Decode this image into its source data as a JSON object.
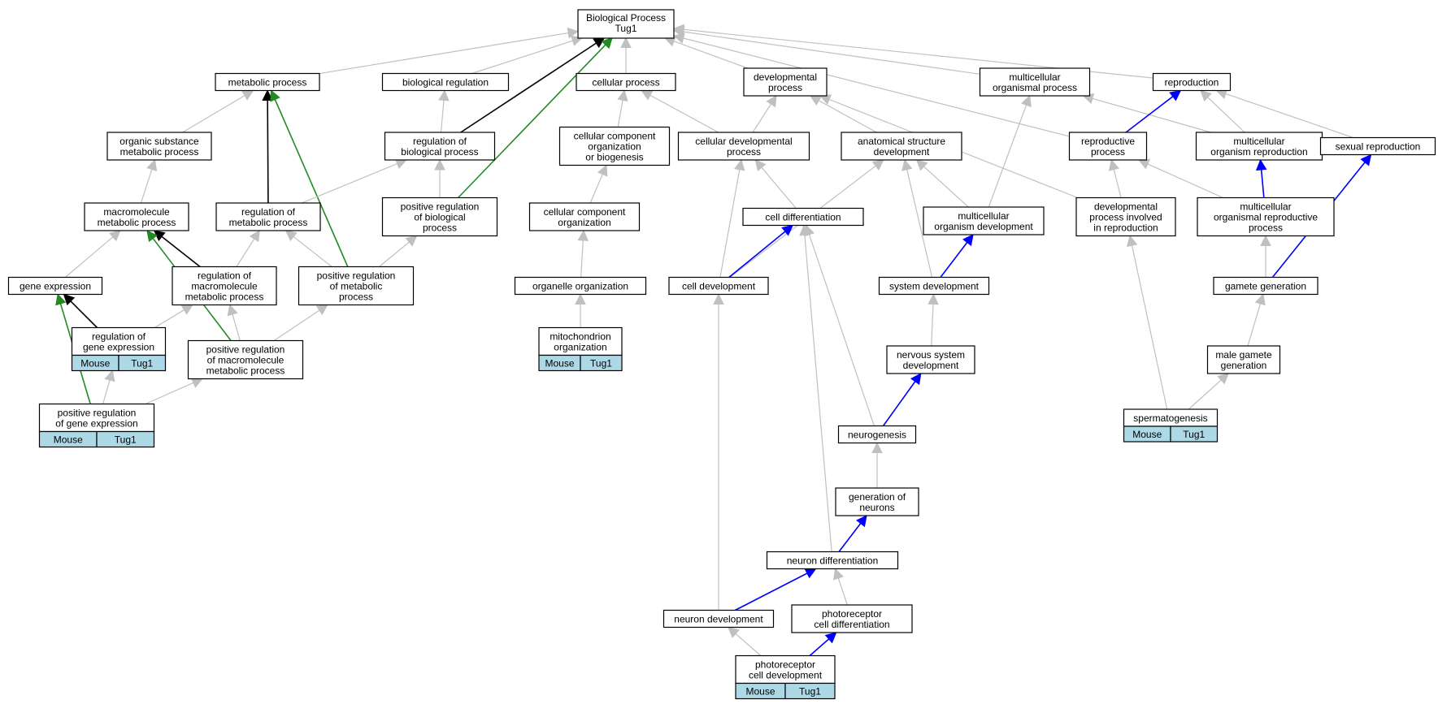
{
  "root": {
    "line1": "Biological Process",
    "line2": "Tug1"
  },
  "table": {
    "col1": "Mouse",
    "col2": "Tug1"
  },
  "colors": {
    "gray": "#c0c0c0",
    "black": "#000000",
    "green": "#228b22",
    "blue": "#0000ff",
    "table_fill": "#add8e6"
  },
  "nodes": [
    {
      "id": "metabolic",
      "lines": [
        "metabolic process"
      ]
    },
    {
      "id": "bioreg",
      "lines": [
        "biological regulation"
      ]
    },
    {
      "id": "cellproc",
      "lines": [
        "cellular process"
      ]
    },
    {
      "id": "devproc",
      "lines": [
        "developmental",
        "process"
      ]
    },
    {
      "id": "multiproc",
      "lines": [
        "multicellular",
        "organismal process"
      ]
    },
    {
      "id": "repro",
      "lines": [
        "reproduction"
      ]
    },
    {
      "id": "orgsub",
      "lines": [
        "organic substance",
        "metabolic process"
      ]
    },
    {
      "id": "regbio",
      "lines": [
        "regulation of",
        "biological process"
      ]
    },
    {
      "id": "ccob",
      "lines": [
        "cellular component",
        "organization",
        "or biogenesis"
      ]
    },
    {
      "id": "celldevproc",
      "lines": [
        "cellular developmental",
        "process"
      ]
    },
    {
      "id": "anatdev",
      "lines": [
        "anatomical structure",
        "development"
      ]
    },
    {
      "id": "reprodproc",
      "lines": [
        "reproductive",
        "process"
      ]
    },
    {
      "id": "multirepro",
      "lines": [
        "multicellular",
        "organism reproduction"
      ]
    },
    {
      "id": "sexrepro",
      "lines": [
        "sexual reproduction"
      ]
    },
    {
      "id": "macromet",
      "lines": [
        "macromolecule",
        "metabolic process"
      ]
    },
    {
      "id": "regmet",
      "lines": [
        "regulation of",
        "metabolic process"
      ]
    },
    {
      "id": "posregbio",
      "lines": [
        "positive regulation",
        "of biological",
        "process"
      ]
    },
    {
      "id": "ccorg",
      "lines": [
        "cellular component",
        "organization"
      ]
    },
    {
      "id": "celldiff",
      "lines": [
        "cell differentiation"
      ]
    },
    {
      "id": "multidev",
      "lines": [
        "multicellular",
        "organism development"
      ]
    },
    {
      "id": "devrepro",
      "lines": [
        "developmental",
        "process involved",
        "in reproduction"
      ]
    },
    {
      "id": "multireproproc",
      "lines": [
        "multicellular",
        "organismal reproductive",
        "process"
      ]
    },
    {
      "id": "geneexpr",
      "lines": [
        "gene expression"
      ]
    },
    {
      "id": "regmacro",
      "lines": [
        "regulation of",
        "macromolecule",
        "metabolic process"
      ]
    },
    {
      "id": "posregmet",
      "lines": [
        "positive regulation",
        "of metabolic",
        "process"
      ]
    },
    {
      "id": "orgorg",
      "lines": [
        "organelle organization"
      ]
    },
    {
      "id": "celldev",
      "lines": [
        "cell development"
      ]
    },
    {
      "id": "sysdev",
      "lines": [
        "system development"
      ]
    },
    {
      "id": "gamete",
      "lines": [
        "gamete generation"
      ]
    },
    {
      "id": "reggene",
      "lines": [
        "regulation of",
        "gene expression"
      ],
      "table": true
    },
    {
      "id": "posregmacro",
      "lines": [
        "positive regulation",
        "of macromolecule",
        "metabolic process"
      ]
    },
    {
      "id": "mito",
      "lines": [
        "mitochondrion",
        "organization"
      ],
      "table": true
    },
    {
      "id": "nervdev",
      "lines": [
        "nervous system",
        "development"
      ]
    },
    {
      "id": "malegam",
      "lines": [
        "male gamete",
        "generation"
      ]
    },
    {
      "id": "posreggene",
      "lines": [
        "positive regulation",
        "of gene expression"
      ],
      "table": true
    },
    {
      "id": "neurogen",
      "lines": [
        "neurogenesis"
      ]
    },
    {
      "id": "spermato",
      "lines": [
        "spermatogenesis"
      ],
      "table": true
    },
    {
      "id": "genneur",
      "lines": [
        "generation of",
        "neurons"
      ]
    },
    {
      "id": "neurdiff",
      "lines": [
        "neuron differentiation"
      ]
    },
    {
      "id": "neurdev",
      "lines": [
        "neuron development"
      ]
    },
    {
      "id": "photodiff",
      "lines": [
        "photoreceptor",
        "cell differentiation"
      ]
    },
    {
      "id": "photodev",
      "lines": [
        "photoreceptor",
        "cell development"
      ],
      "table": true
    }
  ],
  "edges": [
    {
      "from": "metabolic",
      "to": "root",
      "color": "gray"
    },
    {
      "from": "bioreg",
      "to": "root",
      "color": "gray"
    },
    {
      "from": "cellproc",
      "to": "root",
      "color": "gray"
    },
    {
      "from": "devproc",
      "to": "root",
      "color": "gray"
    },
    {
      "from": "multiproc",
      "to": "root",
      "color": "gray"
    },
    {
      "from": "repro",
      "to": "root",
      "color": "gray"
    },
    {
      "from": "reprodproc",
      "to": "root",
      "color": "gray"
    },
    {
      "from": "regbio",
      "to": "root",
      "color": "black"
    },
    {
      "from": "posregbio",
      "to": "root",
      "color": "green"
    },
    {
      "from": "orgsub",
      "to": "metabolic",
      "color": "gray"
    },
    {
      "from": "regmet",
      "to": "metabolic",
      "color": "black"
    },
    {
      "from": "posregmet",
      "to": "metabolic",
      "color": "green"
    },
    {
      "from": "regbio",
      "to": "bioreg",
      "color": "gray"
    },
    {
      "from": "ccob",
      "to": "cellproc",
      "color": "gray"
    },
    {
      "from": "celldevproc",
      "to": "cellproc",
      "color": "gray"
    },
    {
      "from": "celldevproc",
      "to": "devproc",
      "color": "gray"
    },
    {
      "from": "anatdev",
      "to": "devproc",
      "color": "gray"
    },
    {
      "from": "devrepro",
      "to": "devproc",
      "color": "gray"
    },
    {
      "from": "multidev",
      "to": "multiproc",
      "color": "gray"
    },
    {
      "from": "multirepro",
      "to": "multiproc",
      "color": "gray"
    },
    {
      "from": "reprodproc",
      "to": "repro",
      "color": "blue"
    },
    {
      "from": "multirepro",
      "to": "repro",
      "color": "gray"
    },
    {
      "from": "sexrepro",
      "to": "repro",
      "color": "gray"
    },
    {
      "from": "macromet",
      "to": "orgsub",
      "color": "gray"
    },
    {
      "from": "regmet",
      "to": "regbio",
      "color": "gray"
    },
    {
      "from": "posregbio",
      "to": "regbio",
      "color": "gray"
    },
    {
      "from": "ccorg",
      "to": "ccob",
      "color": "gray"
    },
    {
      "from": "celldiff",
      "to": "celldevproc",
      "color": "gray"
    },
    {
      "from": "celldev",
      "to": "celldevproc",
      "color": "gray"
    },
    {
      "from": "celldev",
      "to": "anatdev",
      "color": "gray"
    },
    {
      "from": "multidev",
      "to": "anatdev",
      "color": "gray"
    },
    {
      "from": "sysdev",
      "to": "anatdev",
      "color": "gray"
    },
    {
      "from": "devrepro",
      "to": "reprodproc",
      "color": "gray"
    },
    {
      "from": "multireproproc",
      "to": "reprodproc",
      "color": "gray"
    },
    {
      "from": "multireproproc",
      "to": "multirepro",
      "color": "blue"
    },
    {
      "from": "gamete",
      "to": "sexrepro",
      "color": "blue"
    },
    {
      "from": "geneexpr",
      "to": "macromet",
      "color": "gray"
    },
    {
      "from": "regmacro",
      "to": "macromet",
      "color": "black"
    },
    {
      "from": "posregmacro",
      "to": "macromet",
      "color": "green"
    },
    {
      "from": "regmacro",
      "to": "regmet",
      "color": "gray"
    },
    {
      "from": "posregmet",
      "to": "regmet",
      "color": "gray"
    },
    {
      "from": "posregmet",
      "to": "posregbio",
      "color": "gray"
    },
    {
      "from": "orgorg",
      "to": "ccorg",
      "color": "gray"
    },
    {
      "from": "celldev",
      "to": "celldiff",
      "color": "blue"
    },
    {
      "from": "neurogen",
      "to": "celldiff",
      "color": "gray"
    },
    {
      "from": "neurdiff",
      "to": "celldiff",
      "color": "gray"
    },
    {
      "from": "sysdev",
      "to": "multidev",
      "color": "blue"
    },
    {
      "from": "spermato",
      "to": "devrepro",
      "color": "gray"
    },
    {
      "from": "gamete",
      "to": "multireproproc",
      "color": "gray"
    },
    {
      "from": "reggene",
      "to": "geneexpr",
      "color": "black"
    },
    {
      "from": "posreggene",
      "to": "geneexpr",
      "color": "green"
    },
    {
      "from": "reggene",
      "to": "regmacro",
      "color": "gray"
    },
    {
      "from": "posregmacro",
      "to": "regmacro",
      "color": "gray"
    },
    {
      "from": "posregmacro",
      "to": "posregmet",
      "color": "gray"
    },
    {
      "from": "mito",
      "to": "orgorg",
      "color": "gray"
    },
    {
      "from": "neurdev",
      "to": "celldev",
      "color": "gray"
    },
    {
      "from": "nervdev",
      "to": "sysdev",
      "color": "gray"
    },
    {
      "from": "malegam",
      "to": "gamete",
      "color": "gray"
    },
    {
      "from": "posreggene",
      "to": "reggene",
      "color": "gray"
    },
    {
      "from": "posreggene",
      "to": "posregmacro",
      "color": "gray"
    },
    {
      "from": "neurogen",
      "to": "nervdev",
      "color": "blue"
    },
    {
      "from": "spermato",
      "to": "malegam",
      "color": "gray"
    },
    {
      "from": "genneur",
      "to": "neurogen",
      "color": "gray"
    },
    {
      "from": "neurdiff",
      "to": "genneur",
      "color": "blue"
    },
    {
      "from": "neurdev",
      "to": "neurdiff",
      "color": "blue"
    },
    {
      "from": "photodiff",
      "to": "neurdiff",
      "color": "gray"
    },
    {
      "from": "photodev",
      "to": "neurdev",
      "color": "gray"
    },
    {
      "from": "photodev",
      "to": "photodiff",
      "color": "blue"
    }
  ]
}
